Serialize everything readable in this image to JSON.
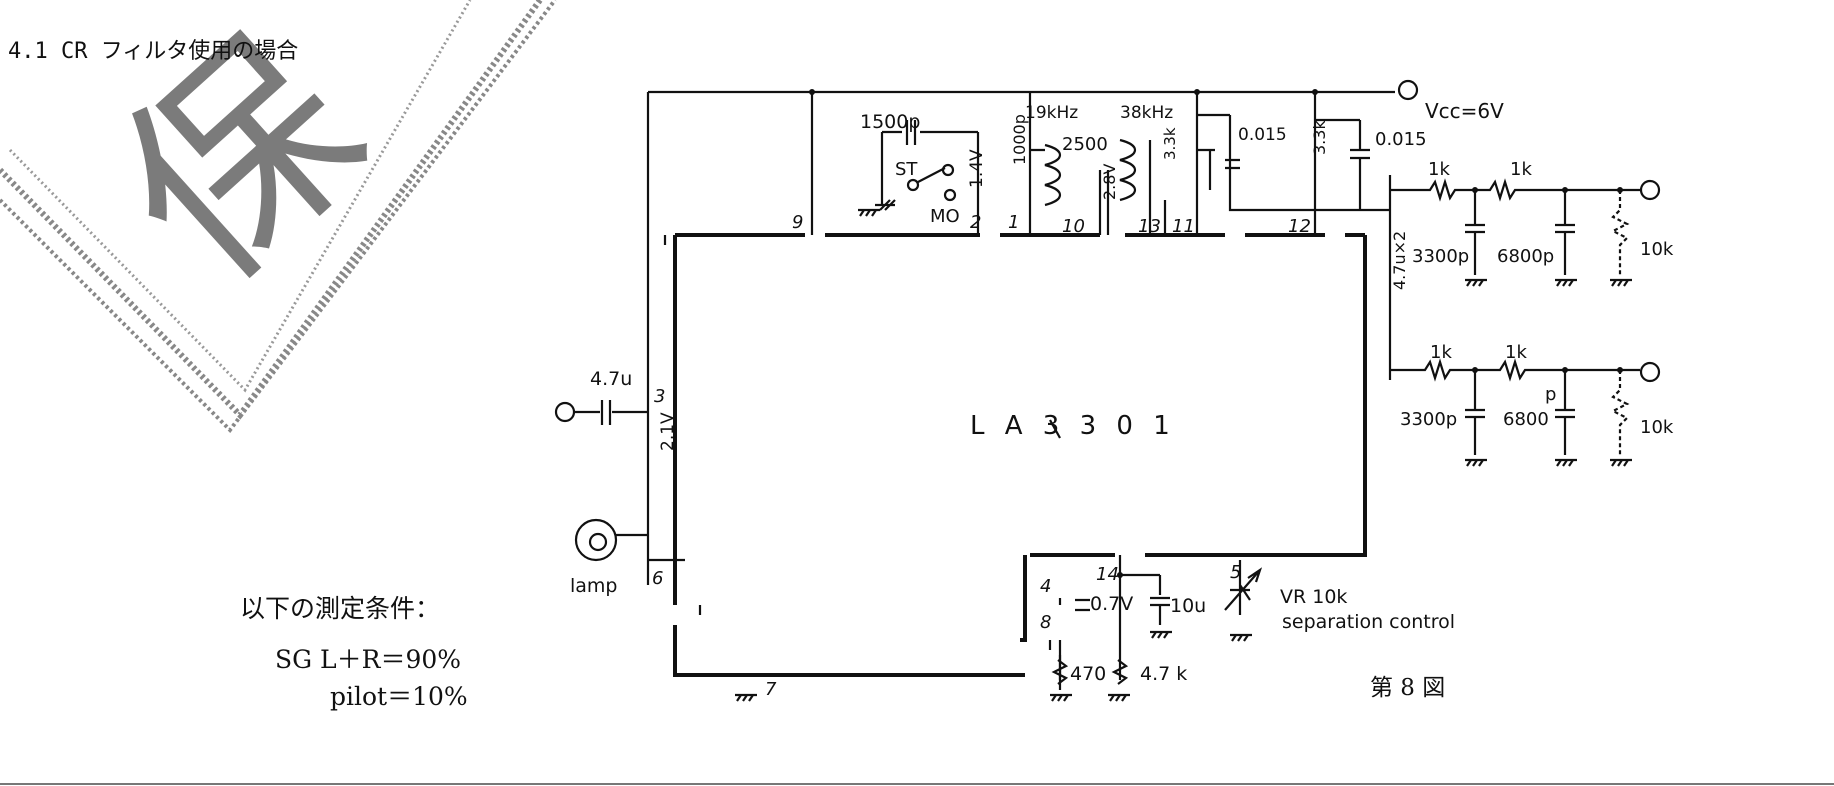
{
  "heading": "4.1  CR フィルタ使用の場合",
  "stamp": "保",
  "ic": {
    "label": "L A 3 3 0 1"
  },
  "pins": [
    "9",
    "2",
    "1",
    "10",
    "13",
    "11",
    "12",
    "3",
    "6",
    "7",
    "4",
    "8",
    "14",
    "5"
  ],
  "supply": "Vcc=6V",
  "labels": {
    "c1500": "1500p",
    "st": "ST",
    "mo": "MO",
    "v14": "1.4V",
    "c1000": "1000p",
    "f19": "19kHz",
    "f38": "38kHz",
    "c2500": "2500",
    "v28": "2.8V",
    "r33a": "3.3k",
    "r33b": "3.3k",
    "c015a": "0.015",
    "c015b": "0.015",
    "c47u2": "4.7u",
    "c47u2b": "4.7u×2",
    "r1k_a": "1k",
    "r1k_b": "1k",
    "r1k_c": "1k",
    "r1k_d": "1k",
    "c3300a": "3300p",
    "c6800a": "6800p",
    "c3300b": "3300p",
    "c6800b": "6800",
    "pmark": "p",
    "r10ka": "10k",
    "r10kb": "10k",
    "c47u": "4.7u",
    "v21": "2.1V",
    "lamp": "lamp",
    "v07": "0.7V",
    "c10u": "10u",
    "r470": "470",
    "r47k": "4.7 k",
    "vr": "VR 10k",
    "sep": "separation  control",
    "fig": "第 8 図"
  },
  "conditions": {
    "title": "以下の測定条件：",
    "line1": "SG  L＋R＝90%",
    "line2": "pilot＝10%"
  }
}
